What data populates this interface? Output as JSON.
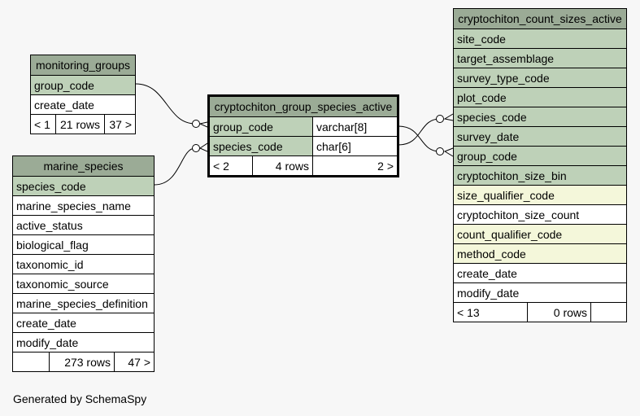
{
  "tables": {
    "monitoring_groups": {
      "title": "monitoring_groups",
      "columns": [
        "group_code",
        "create_date"
      ],
      "footer": [
        "< 1",
        "21 rows",
        "37 >"
      ]
    },
    "marine_species": {
      "title": "marine_species",
      "columns": [
        "species_code",
        "marine_species_name",
        "active_status",
        "biological_flag",
        "taxonomic_id",
        "taxonomic_source",
        "marine_species_definition",
        "create_date",
        "modify_date"
      ],
      "footer": [
        "",
        "273 rows",
        "47 >"
      ]
    },
    "group_species": {
      "title": "cryptochiton_group_species_active",
      "columns": [
        {
          "name": "group_code",
          "type": "varchar[8]"
        },
        {
          "name": "species_code",
          "type": "char[6]"
        }
      ],
      "footer": [
        "< 2",
        "4 rows",
        "2 >"
      ]
    },
    "count_sizes": {
      "title": "cryptochiton_count_sizes_active",
      "columns": [
        "site_code",
        "target_assemblage",
        "survey_type_code",
        "plot_code",
        "species_code",
        "survey_date",
        "group_code",
        "cryptochiton_size_bin",
        "size_qualifier_code",
        "cryptochiton_size_count",
        "count_qualifier_code",
        "method_code",
        "create_date",
        "modify_date"
      ],
      "footer": [
        "< 13",
        "0 rows",
        ""
      ]
    }
  },
  "footer_text": "Generated by SchemaSpy",
  "colors": {
    "header": "#9bab96",
    "key_column": "#bed1b8",
    "indexed_column": "#f4f7da",
    "background": "#f7f7f7"
  }
}
